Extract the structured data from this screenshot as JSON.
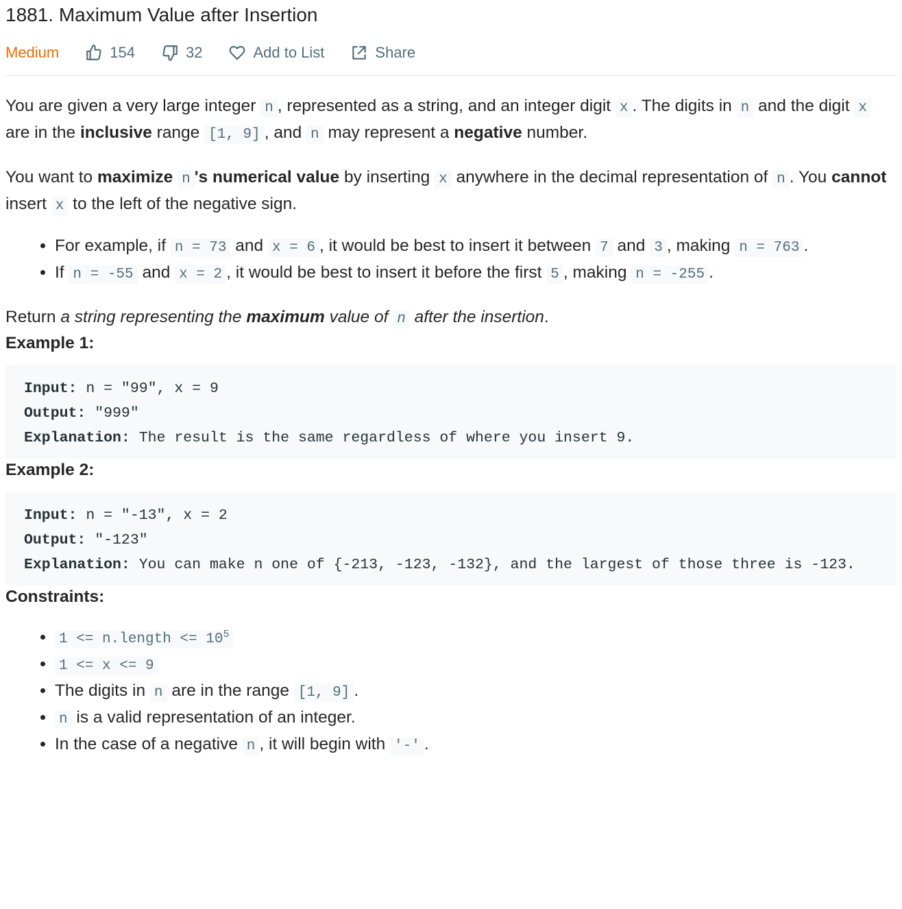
{
  "problem": {
    "title": "1881. Maximum Value after Insertion",
    "difficulty": "Medium",
    "likes": "154",
    "dislikes": "32",
    "add_to_list": "Add to List",
    "share": "Share"
  },
  "description": {
    "p1": {
      "a": "You are given a very large integer ",
      "n": "n",
      "b": ", represented as a string, and an integer digit ",
      "x": "x",
      "c": ". The digits in ",
      "n2": "n",
      "d": " and the digit ",
      "x2": "x",
      "e": " are in the ",
      "inclusive": "inclusive",
      "f": " range ",
      "range": "[1, 9]",
      "g": ", and ",
      "n3": "n",
      "h": " may represent a ",
      "negative": "negative",
      "i": " number."
    },
    "p2": {
      "a": "You want to ",
      "maximize": "maximize",
      "n": "n",
      "numval": "'s numerical value",
      "b": " by inserting ",
      "x": "x",
      "c": " anywhere in the decimal representation of ",
      "n2": "n",
      "d": ". You ",
      "cannot": "cannot",
      "e": " insert ",
      "x2": "x",
      "f": " to the left of the negative sign."
    },
    "bullets": [
      {
        "a": "For example, if ",
        "c1": "n = 73",
        "b": " and ",
        "c2": "x = 6",
        "c": ", it would be best to insert it between ",
        "c3": "7",
        "d": " and ",
        "c4": "3",
        "e": ", making ",
        "c5": "n = 763",
        "f": "."
      },
      {
        "a": "If ",
        "c1": "n = -55",
        "b": " and ",
        "c2": "x = 2",
        "c": ", it would be best to insert it before the first ",
        "c3": "5",
        "d": ", making ",
        "c4": "n = -255",
        "e": "."
      }
    ],
    "p3": {
      "a": "Return ",
      "em1": "a string representing the ",
      "maximum": "maximum",
      "em2": " value of ",
      "n": "n",
      "em3": " after the insertion",
      "b": "."
    }
  },
  "examples": [
    {
      "heading": "Example 1:",
      "input_label": "Input:",
      "input": " n = \"99\", x = 9",
      "output_label": "Output:",
      "output": " \"999\"",
      "explanation_label": "Explanation:",
      "explanation": " The result is the same regardless of where you insert 9."
    },
    {
      "heading": "Example 2:",
      "input_label": "Input:",
      "input": " n = \"-13\", x = 2",
      "output_label": "Output:",
      "output": " \"-123\"",
      "explanation_label": "Explanation:",
      "explanation": " You can make n one of {-213, -123, -132}, and the largest of those three is -123."
    }
  ],
  "constraints": {
    "heading": "Constraints:",
    "c1": "1 <= n.length <= 10",
    "c1_sup": "5",
    "c2": "1 <= x <= 9",
    "c3": {
      "a": "The digits in ",
      "n": "n",
      "b": " are in the range ",
      "range": "[1, 9]",
      "c": "."
    },
    "c4": {
      "n": "n",
      "a": " is a valid representation of an integer."
    },
    "c5": {
      "a": "In the case of a negative ",
      "n": "n",
      "b": ", it will begin with ",
      "dash": "'-'",
      "c": "."
    }
  }
}
